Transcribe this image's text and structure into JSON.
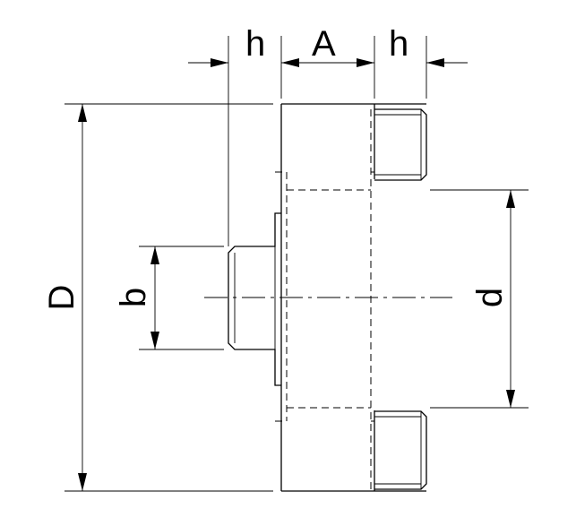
{
  "labels": {
    "h_left": "h",
    "a": "A",
    "h_right": "h",
    "d_outer": "D",
    "b": "b",
    "d_inner": "d"
  }
}
